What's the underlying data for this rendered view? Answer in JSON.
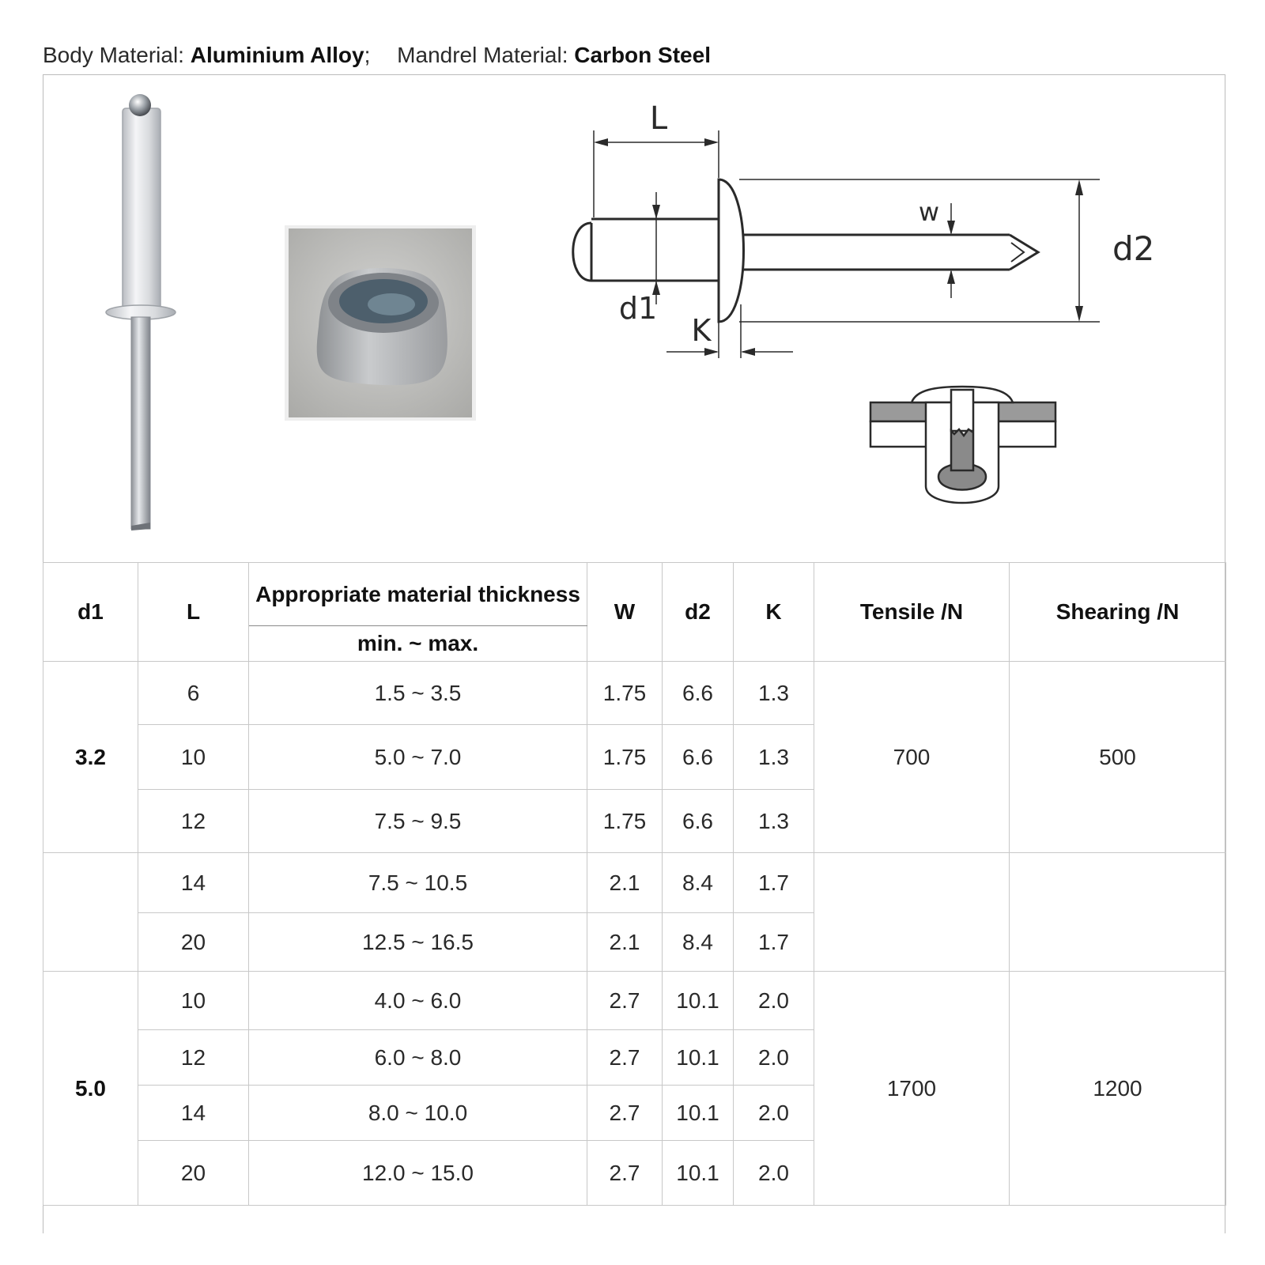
{
  "header": {
    "body_label": "Body Material:",
    "body_value": "Aluminium Alloy",
    "body_suffix": ";",
    "mandrel_label": "Mandrel Material:",
    "mandrel_value": "Carbon Steel"
  },
  "diagram": {
    "label_L": "L",
    "label_w": "w",
    "label_d2": "d2",
    "label_d1": "d1",
    "label_K": "K"
  },
  "table": {
    "headers": {
      "d1": "d1",
      "L": "L",
      "thickness": "Appropriate material thickness",
      "thickness_sub": "min. ~ max.",
      "W": "W",
      "d2": "d2",
      "K": "K",
      "tensile": "Tensile /N",
      "shearing": "Shearing /N"
    },
    "groups": [
      {
        "d1": "3.2",
        "tensile": "700",
        "shearing": "500",
        "rows": [
          {
            "L": "6",
            "thickness": "1.5 ~ 3.5",
            "W": "1.75",
            "d2": "6.6",
            "K": "1.3"
          },
          {
            "L": "10",
            "thickness": "5.0 ~ 7.0",
            "W": "1.75",
            "d2": "6.6",
            "K": "1.3"
          },
          {
            "L": "12",
            "thickness": "7.5 ~ 9.5",
            "W": "1.75",
            "d2": "6.6",
            "K": "1.3"
          }
        ]
      },
      {
        "d1": "",
        "tensile": "",
        "shearing": "",
        "rows": [
          {
            "L": "14",
            "thickness": "7.5 ~ 10.5",
            "W": "2.1",
            "d2": "8.4",
            "K": "1.7"
          },
          {
            "L": "20",
            "thickness": "12.5 ~ 16.5",
            "W": "2.1",
            "d2": "8.4",
            "K": "1.7"
          }
        ]
      },
      {
        "d1": "5.0",
        "tensile": "1700",
        "shearing": "1200",
        "rows": [
          {
            "L": "10",
            "thickness": "4.0 ~ 6.0",
            "W": "2.7",
            "d2": "10.1",
            "K": "2.0"
          },
          {
            "L": "12",
            "thickness": "6.0 ~ 8.0",
            "W": "2.7",
            "d2": "10.1",
            "K": "2.0"
          },
          {
            "L": "14",
            "thickness": "8.0 ~ 10.0",
            "W": "2.7",
            "d2": "10.1",
            "K": "2.0"
          },
          {
            "L": "20",
            "thickness": "12.0 ~ 15.0",
            "W": "2.7",
            "d2": "10.1",
            "K": "2.0"
          }
        ]
      }
    ]
  }
}
